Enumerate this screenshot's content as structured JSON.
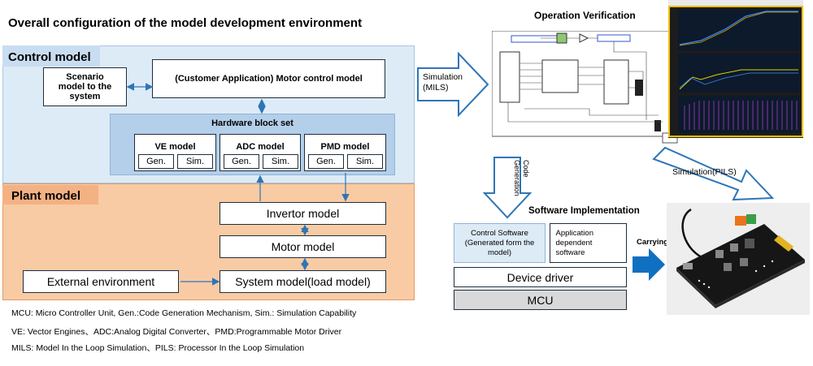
{
  "title": "Overall configuration of the model development environment",
  "control_model": {
    "label": "Control model",
    "scenario": "Scenario model to the system",
    "motor_control": "(Customer Application) Motor control model",
    "hardware_block_set": "Hardware block set",
    "blocks": [
      {
        "name": "VE model",
        "gen": "Gen.",
        "sim": "Sim."
      },
      {
        "name": "ADC model",
        "gen": "Gen.",
        "sim": "Sim."
      },
      {
        "name": "PMD model",
        "gen": "Gen.",
        "sim": "Sim."
      }
    ]
  },
  "plant_model": {
    "label": "Plant model",
    "invertor": "Invertor model",
    "motor": "Motor model",
    "system": "System model(load model)",
    "external": "External environment"
  },
  "footnotes": [
    "MCU: Micro Controller Unit, Gen.:Code Generation Mechanism, Sim.: Simulation Capability",
    "VE: Vector Engines、ADC:Analog Digital Converter、PMD:Programmable Motor Driver",
    "MILS: Model In the Loop Simulation、PILS: Processor In the Loop Simulation"
  ],
  "operation_verification": "Operation Verification",
  "simulation_mils": "Simulation (MILS)",
  "simulation_pils": "Simulation(PILS)",
  "code_generation": "Code Generation",
  "software_implementation": "Software Implementation",
  "control_software": "Control Software (Generated form the model)",
  "application_software": "Application dependent software",
  "device_driver": "Device driver",
  "mcu": "MCU",
  "carrying": "Carrying",
  "colors": {
    "control_bg": "#ddebf7",
    "plant_bg": "#f8cba4",
    "hw_bg": "#b4cfe9",
    "arrow": "#0f6fc0"
  }
}
